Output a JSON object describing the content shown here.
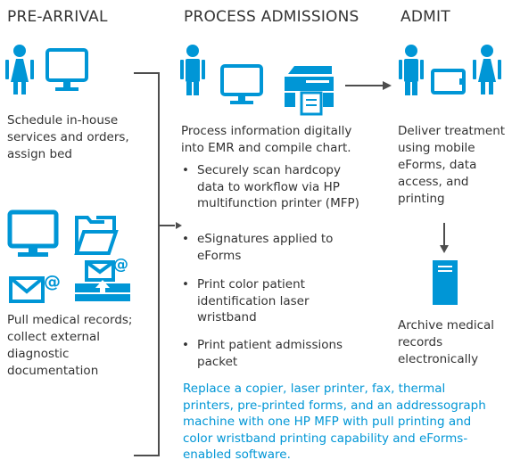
{
  "colors": {
    "accent": "#0096d6",
    "text": "#333333",
    "line": "#4d4d4d"
  },
  "headers": {
    "pre_arrival": "PRE-ARRIVAL",
    "process_admissions": "PROCESS ADMISSIONS",
    "admit": "ADMIT"
  },
  "pre_arrival": {
    "schedule_text": "Schedule in-house services and orders, assign bed",
    "records_text": "Pull medical records; collect external diagnostic documentation"
  },
  "process": {
    "intro": "Process information digitally into EMR and compile chart.",
    "bullets": [
      "Securely scan hardcopy data to workflow via HP multifunction printer (MFP)",
      "eSignatures applied to eForms",
      "Print color patient identification laser wristband",
      "Print patient admissions packet"
    ],
    "bullet_glyph": "•",
    "note": "Replace a copier, laser printer, fax, thermal printers, pre-printed forms, and an addressograph machine with one HP MFP with pull printing and color wristband printing capability and eForms-enabled software."
  },
  "admit": {
    "deliver_text": "Deliver treatment using mobile eForms, data access, and printing",
    "archive_text": "Archive medical records electronically"
  },
  "icons": [
    "person-female-icon",
    "monitor-icon",
    "mfp-printer-icon",
    "tablet-icon",
    "folder-icon",
    "email-icon",
    "email-upload-icon",
    "server-icon",
    "arrow-icon"
  ]
}
